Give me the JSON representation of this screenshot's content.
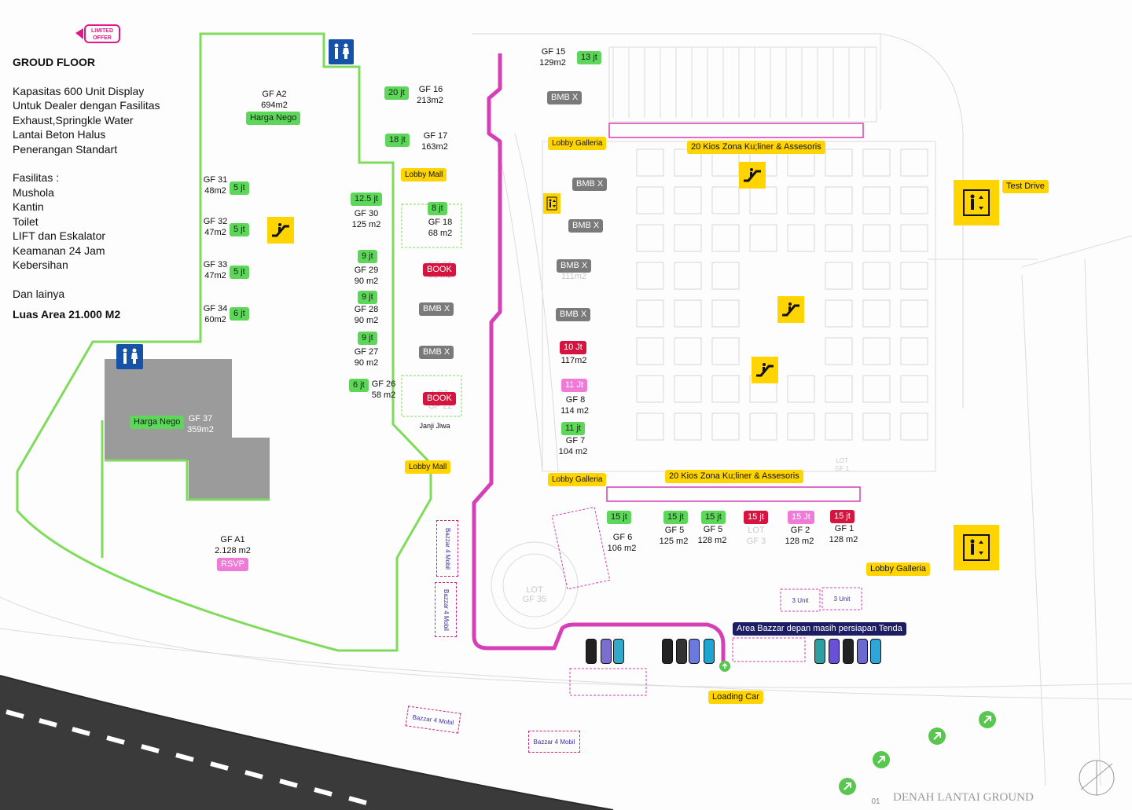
{
  "badge": {
    "text": "LIMITED OFFER"
  },
  "info": {
    "title": "GROUD FLOOR",
    "capacity": [
      "Kapasitas 600 Unit Display",
      "Untuk Dealer dengan Fasilitas",
      "Exhaust,Springkle Water",
      "Lantai Beton Halus",
      "Penerangan Standart"
    ],
    "facilities_title": "Fasilitas :",
    "facilities": [
      "Mushola",
      "Kantin",
      "Toilet",
      "LIFT dan Eskalator",
      "Keamanan 24 Jam",
      "Kebersihan"
    ],
    "others": "Dan lainya",
    "area": "Luas Area 21.000 M2"
  },
  "units": {
    "gfa2": {
      "name": "GF A2",
      "size": "694m2",
      "price": "Harga Nego"
    },
    "gf16": {
      "name": "GF 16",
      "size": "213m2",
      "price": "20 jt"
    },
    "gf17": {
      "name": "GF 17",
      "size": "163m2",
      "price": "18 jt"
    },
    "gf15": {
      "name": "GF 15",
      "size": "129m2",
      "price": "13 jt"
    },
    "gf31": {
      "name": "GF 31",
      "size": "48m2",
      "price": "5 jt"
    },
    "gf32": {
      "name": "GF 32",
      "size": "47m2",
      "price": "5 jt"
    },
    "gf33": {
      "name": "GF 33",
      "size": "47m2",
      "price": "5 jt"
    },
    "gf34": {
      "name": "GF 34",
      "size": "60m2",
      "price": "6 jt"
    },
    "gf30": {
      "name": "GF 30",
      "size": "125 m2",
      "price": "12.5 jt"
    },
    "gf18": {
      "name": "GF 18",
      "size": "68 m2",
      "price": "8 jt"
    },
    "gf29": {
      "name": "GF 29",
      "size": "90 m2",
      "price": "9 jt"
    },
    "gf28": {
      "name": "GF 28",
      "size": "90 m2",
      "price": "9 jt"
    },
    "gf27": {
      "name": "GF 27",
      "size": "90 m2",
      "price": "9 jt"
    },
    "gf26": {
      "name": "GF 26",
      "size": "58 m2",
      "price": "6 jt"
    },
    "gf37": {
      "name": "GF 37",
      "size": "359m2",
      "price": "Harga Nego"
    },
    "gfa1": {
      "name": "GF A1",
      "size": "2.128 m2",
      "status": "RSVP"
    },
    "gf8": {
      "name": "GF 8",
      "size": "114 m2",
      "price": "11 Jt"
    },
    "gf7": {
      "name": "GF 7",
      "size": "104 m2",
      "price": "11 jt"
    },
    "unit117": {
      "size": "117m2",
      "price": "10 Jt"
    },
    "gf6": {
      "name": "GF 6",
      "size": "106 m2",
      "price": "15 jt"
    },
    "gf5a": {
      "name": "GF 5",
      "size": "125 m2",
      "price": "15 jt"
    },
    "gf5b": {
      "name": "GF 5",
      "size": "128 m2",
      "price": "15 jt"
    },
    "gf3": {
      "name": "GF 3",
      "lot": "LOT",
      "price": "15 jt"
    },
    "gf2": {
      "name": "GF 2",
      "size": "128 m2",
      "price": "15 Jt"
    },
    "gf1": {
      "name": "GF 1",
      "size": "128 m2",
      "price": "15 jt"
    }
  },
  "status": {
    "book": "BOOK",
    "bmb": "BMB X"
  },
  "faint": {
    "m2_111": "111m2",
    "m2_61": "61 m2",
    "gf_21": "GF 21",
    "lot": "LOT",
    "gf22": "GF 22",
    "lot_gf1": "LOT\nGF 1",
    "lot_gf35": "LOT\nGF 35"
  },
  "labels": {
    "lobby_mall": "Lobby Mall",
    "lobby_galleria": "Lobby Galleria",
    "kios": "20 Kios Zona Ku;liner & Assesoris",
    "test_drive": "Test Drive",
    "janji_jiwa": "Janji Jiwa",
    "bazzar_note": "Area Bazzar depan masih persiapan Tenda",
    "loading_car": "Loading Car",
    "bazzar4": "Bazzar 4 Mobil",
    "unit3": "3 Unit",
    "footer_no": "01",
    "footer_title": "DENAH LANTAI GROUND"
  },
  "colors": {
    "green": "#5dd65a",
    "pink_path": "#d63fb6",
    "yellow": "#ffd400",
    "red": "#d5143f",
    "navy": "#1d1d63",
    "outline": "#7fdc5a"
  }
}
